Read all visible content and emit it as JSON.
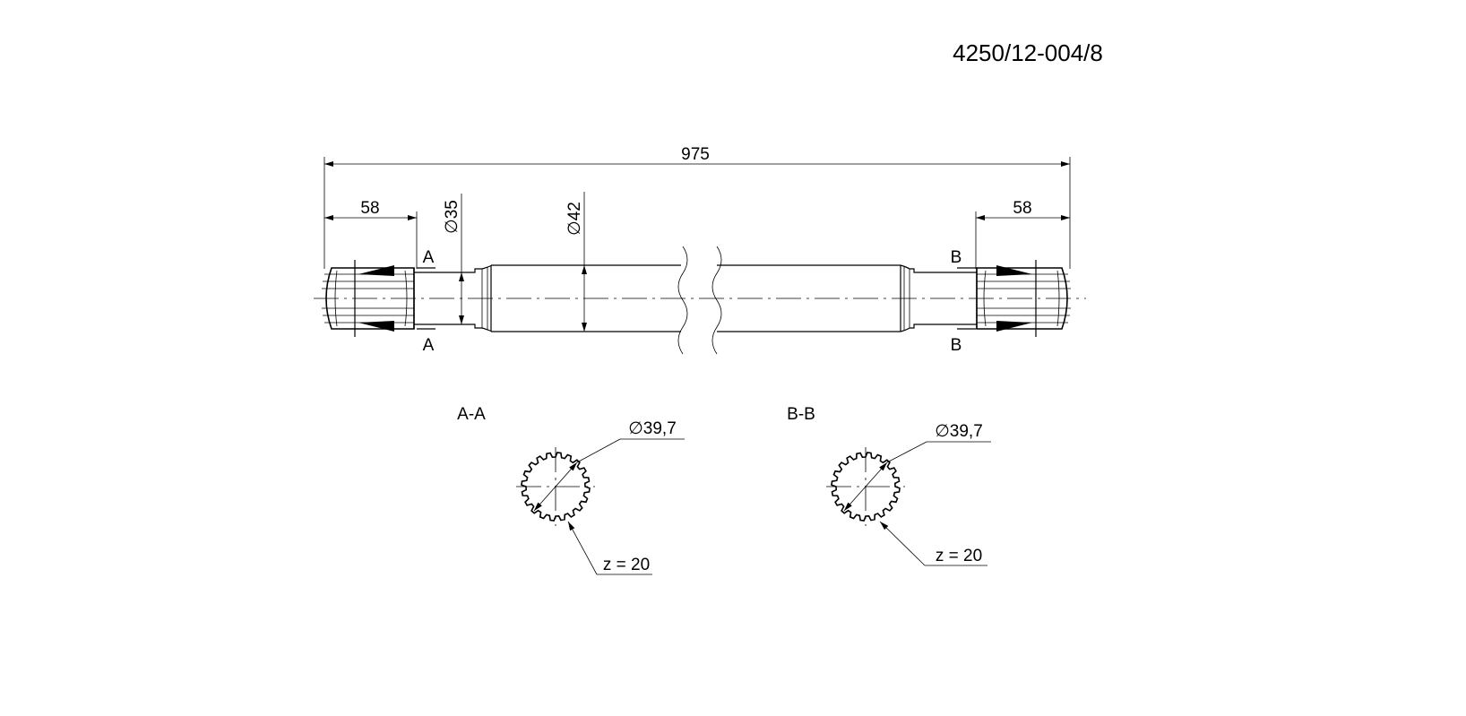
{
  "drawing_number": "4250/12-004/8",
  "dimensions": {
    "overall_length": "975",
    "left_spline_length": "58",
    "right_spline_length": "58",
    "neck_diameter": "∅35",
    "body_diameter": "∅42"
  },
  "section_marks": {
    "left_top": "A",
    "left_bottom": "A",
    "right_top": "B",
    "right_bottom": "B"
  },
  "sections": [
    {
      "title": "A-A",
      "diameter": "∅39,7",
      "teeth": "z = 20"
    },
    {
      "title": "B-B",
      "diameter": "∅39,7",
      "teeth": "z = 20"
    }
  ]
}
